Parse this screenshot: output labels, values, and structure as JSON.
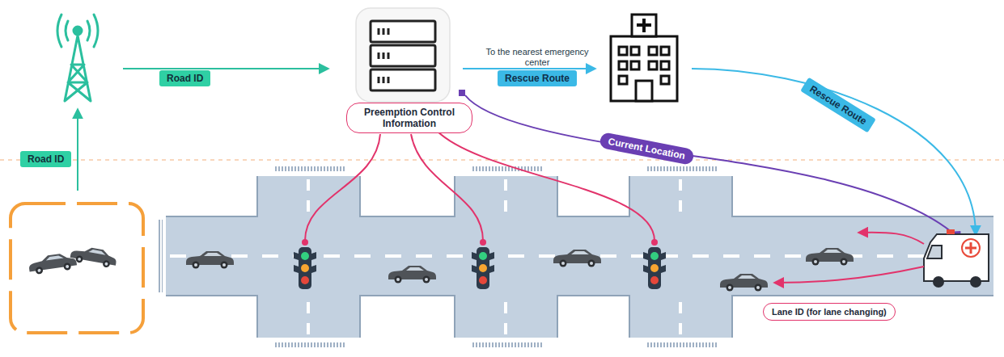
{
  "diagram": {
    "nodes": [
      {
        "text": [
          "Road ID"
        ]
      },
      {
        "text": [
          "To the nearest emergency center",
          "Rescue Route"
        ]
      },
      {
        "text": [
          "Preemption Control Information"
        ]
      },
      {
        "text": [
          "Rescue Route"
        ]
      },
      {
        "text": [
          "Current Location"
        ]
      },
      {
        "text": [
          "Road ID"
        ]
      },
      {
        "text": [
          "Lane ID (for lane changing)"
        ]
      }
    ]
  }
}
